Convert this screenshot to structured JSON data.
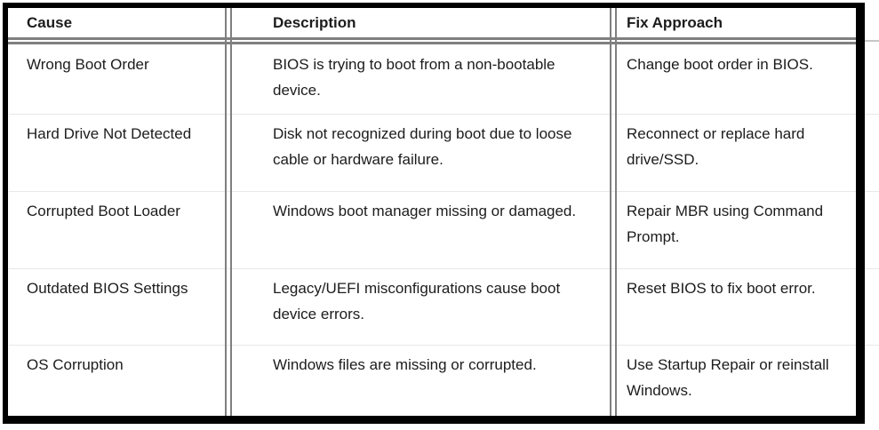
{
  "table": {
    "columns": [
      {
        "label": "Cause"
      },
      {
        "label": "Description"
      },
      {
        "label": "Fix Approach"
      }
    ],
    "rows": [
      {
        "cause": "Wrong Boot Order",
        "description": "BIOS is trying to boot from a non-bootable\ndevice.",
        "fix": "Change boot order in BIOS."
      },
      {
        "cause": "Hard Drive Not Detected",
        "description": "Disk not recognized during boot due to loose\ncable or hardware failure.",
        "fix": "Reconnect or replace hard\ndrive/SSD."
      },
      {
        "cause": "Corrupted Boot Loader",
        "description": "Windows boot manager missing or damaged.",
        "fix": "Repair MBR using Command\nPrompt."
      },
      {
        "cause": "Outdated BIOS Settings",
        "description": "Legacy/UEFI misconfigurations cause boot\ndevice errors.",
        "fix": "Reset BIOS to fix boot error."
      },
      {
        "cause": "OS Corruption",
        "description": "Windows files are missing or corrupted.",
        "fix": "Use Startup Repair or reinstall\nWindows."
      }
    ]
  },
  "colors": {
    "outer_border": "#000000",
    "double_divider_gray": "#7f7f7f",
    "row_separator": "#e8e8e8",
    "text": "#1c1c1c",
    "background": "#ffffff"
  }
}
